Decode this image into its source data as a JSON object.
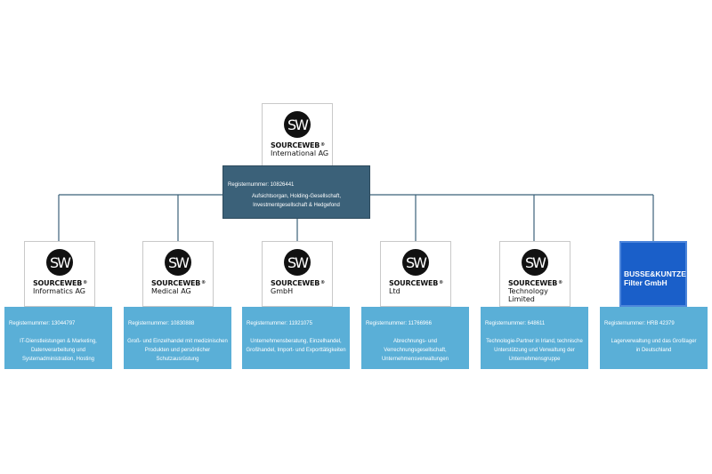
{
  "root": {
    "logo": {
      "mark": "SW",
      "brand": "SOURCEWEB",
      "trademark": "®",
      "lines": [
        "International AG"
      ]
    },
    "registration": "Registernummer: 10826441",
    "description": "Aufsichtsorgan, Holding-Gesellschaft, Investmentgesellschaft & Hedgefond"
  },
  "children": [
    {
      "logo": {
        "mark": "SW",
        "brand": "SOURCEWEB",
        "trademark": "®",
        "lines": [
          "Informatics AG"
        ]
      },
      "registration": "Registernummer: 13044797",
      "description": "IT-Dienstleistungen & Marketing, Datenverarbeitung und Systemadministration, Hosting"
    },
    {
      "logo": {
        "mark": "SW",
        "brand": "SOURCEWEB",
        "trademark": "®",
        "lines": [
          "Medical AG"
        ]
      },
      "registration": "Registernummer: 10830888",
      "description": "Groß- und Einzelhandel mit medizinischen Produkten und persönlicher Schutzausrüstung"
    },
    {
      "logo": {
        "mark": "SW",
        "brand": "SOURCEWEB",
        "trademark": "®",
        "lines": [
          "GmbH"
        ]
      },
      "registration": "Registernummer: 11921075",
      "description": "Unternehmensberatung, Einzelhandel, Großhandel, Import- und Exporttätigkeiten"
    },
    {
      "logo": {
        "mark": "SW",
        "brand": "SOURCEWEB",
        "trademark": "®",
        "lines": [
          "Ltd"
        ]
      },
      "registration": "Registernummer: 11766966",
      "description": "Abrechnungs- und Verrechnungsgesellschaft, Unternehmensverwaltungen"
    },
    {
      "logo": {
        "mark": "SW",
        "brand": "SOURCEWEB",
        "trademark": "®",
        "lines": [
          "Technology",
          "Limited"
        ]
      },
      "registration": "Registernummer: 648611",
      "description": "Technologie-Partner in Irland, technische Unterstützung und Verwaltung der Unternehmensgruppe"
    },
    {
      "logo": {
        "brand_lines": [
          "BUSSE&KUNTZE",
          "Filter GmbH"
        ]
      },
      "registration": "Registernummer: HRB 42379",
      "description": "Lagerverwaltung und das Großlager in Deutschland"
    }
  ],
  "colors": {
    "root_box": "#3b6179",
    "child_box": "#5aafd7",
    "connector": "#3b6179",
    "busse_logo": "#1a5fc9"
  }
}
